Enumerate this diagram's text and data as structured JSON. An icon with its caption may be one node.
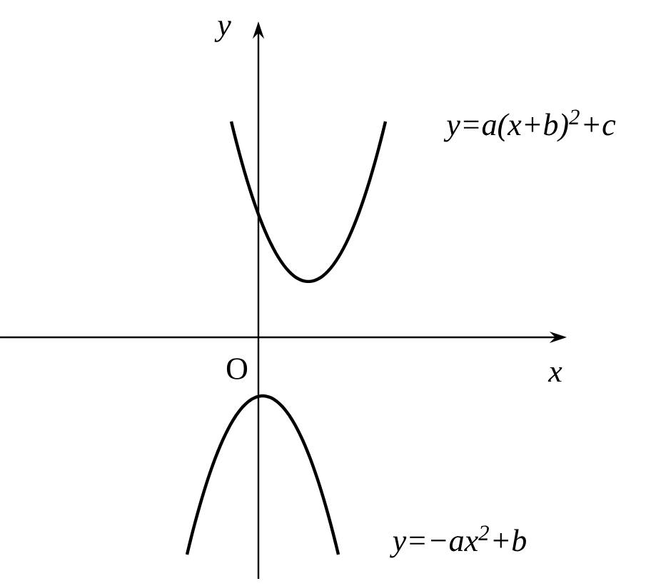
{
  "diagram": {
    "labels": [
      "y",
      "x",
      "O",
      "y=a(x+b)$^{2}$+c",
      "y=−ax$^{2}$+b"
    ]
  }
}
